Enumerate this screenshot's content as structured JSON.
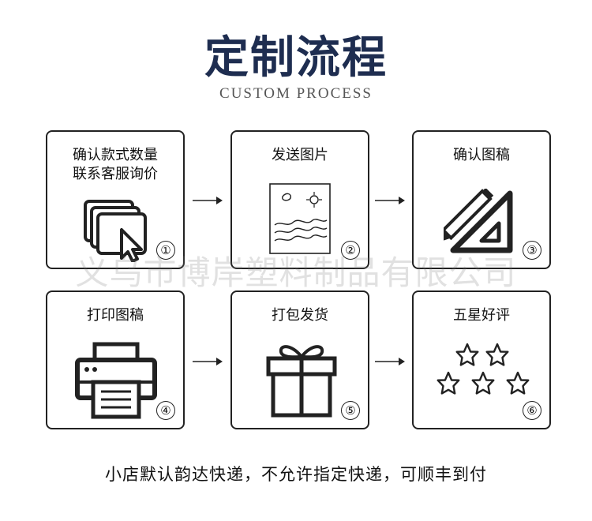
{
  "header": {
    "title": "定制流程",
    "subtitle": "CUSTOM PROCESS"
  },
  "steps": [
    {
      "label": "确认款式数量\n联系客服询价",
      "number": "①",
      "icon": "windows-cursor-icon"
    },
    {
      "label": "发送图片",
      "number": "②",
      "icon": "sketch-picture-icon"
    },
    {
      "label": "确认图稿",
      "number": "③",
      "icon": "pencil-triangle-icon"
    },
    {
      "label": "打印图稿",
      "number": "④",
      "icon": "printer-icon"
    },
    {
      "label": "打包发货",
      "number": "⑤",
      "icon": "gift-box-icon"
    },
    {
      "label": "五星好评",
      "number": "⑥",
      "icon": "five-stars-icon"
    }
  ],
  "watermark": "义乌市博岸塑料制品有限公司",
  "footer": "小店默认韵达快递，不允许指定快递，可顺丰到付",
  "colors": {
    "title": "#1e2d50",
    "border": "#222222"
  }
}
